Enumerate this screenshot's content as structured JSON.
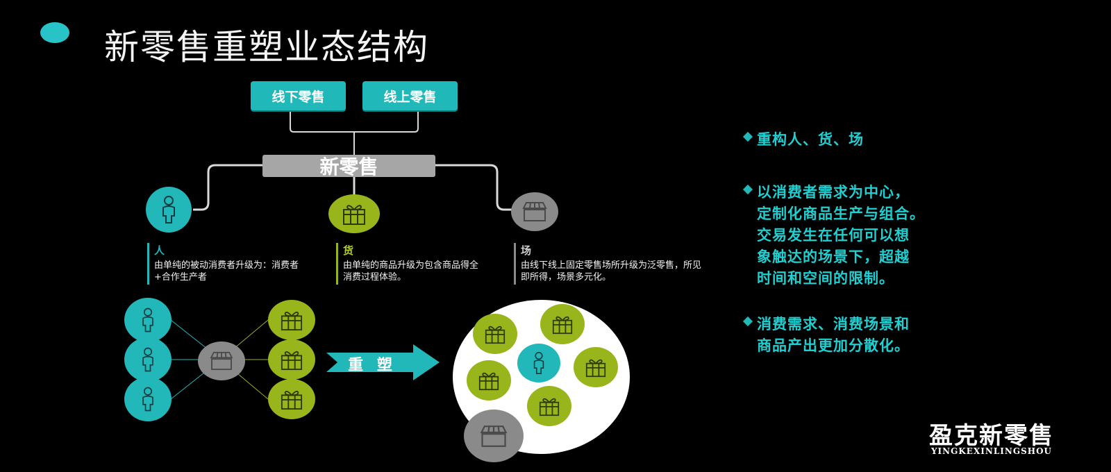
{
  "title": "新零售重塑业态结构",
  "top_boxes": [
    "线下零售",
    "线上零售"
  ],
  "center_label": "新零售",
  "pillars": [
    {
      "head": "人",
      "body": "由单纯的被动消费者升级为：消费者+合作生产者",
      "color": "#22b7b9",
      "icon": "person-icon"
    },
    {
      "head": "货",
      "body": "由单纯的商品升级为包含商品得全消费过程体验。",
      "color": "#98b51c",
      "icon": "gift-icon"
    },
    {
      "head": "场",
      "body": "由线下线上固定零售场所升级为泛零售，所见即所得，场景多元化。",
      "color": "#8a8a8a",
      "icon": "store-icon"
    }
  ],
  "arrow_label": "重 塑",
  "bullets": [
    "重构人、货、场",
    "以消费者需求为中心，\n定制化商品生产与组合。\n交易发生在任何可以想\n象触达的场景下，超越\n时间和空间的限制。",
    "消费需求、消费场景和\n商品产出更加分散化。"
  ],
  "brand": {
    "cn": "盈克新零售",
    "en": "YINGKEXINLINGSHOU"
  },
  "colors": {
    "teal": "#22b7b9",
    "green": "#98b51c",
    "gray": "#8a8a8a",
    "bullet_text": "#1fd0d2"
  }
}
